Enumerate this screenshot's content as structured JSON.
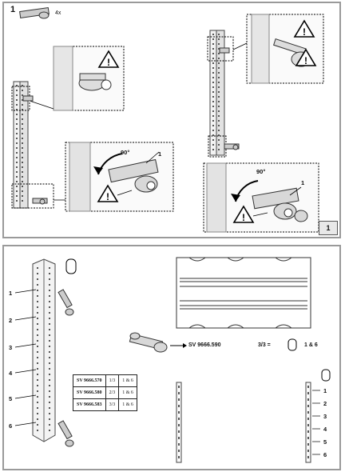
{
  "panel1": {
    "step": {
      "number": "1",
      "quantity": "4x"
    },
    "angle_left": "90°",
    "angle_right": "90°",
    "callout_left": "1",
    "callout_right": "1",
    "page_number": "1"
  },
  "panel2": {
    "left_numbers": [
      "1",
      "2",
      "3",
      "4",
      "5",
      "6"
    ],
    "right_numbers": [
      "1",
      "2",
      "3",
      "4",
      "5",
      "6"
    ],
    "part_label": "SV 9666.590",
    "fraction": "3/3 =",
    "equals_value": "1 & 6",
    "table": [
      [
        "SV 9666.570",
        "1/3",
        "1 & 6"
      ],
      [
        "SV 9666.580",
        "2/3",
        "1 & 6"
      ],
      [
        "SV 9666.583",
        "3/3",
        "1 & 6"
      ]
    ]
  }
}
